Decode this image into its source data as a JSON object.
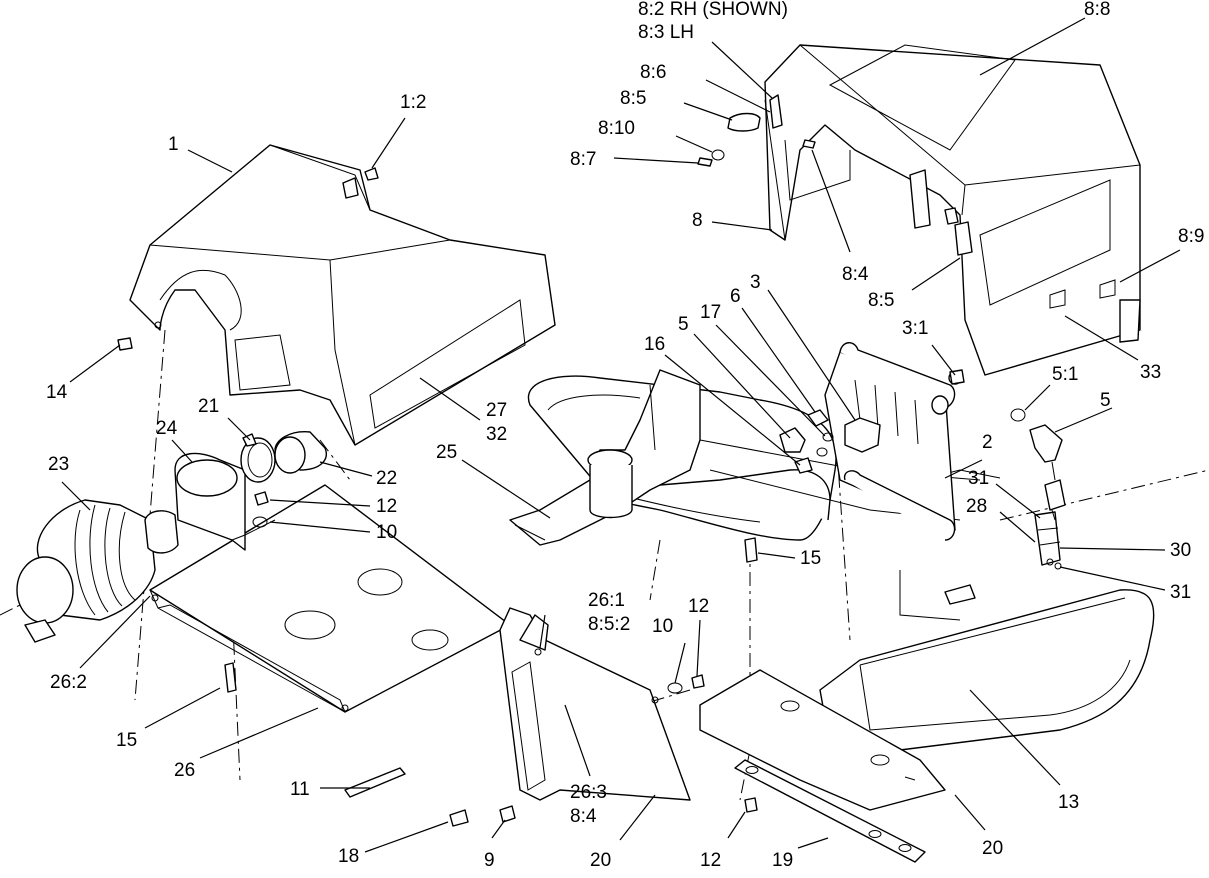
{
  "callouts": {
    "c1": "1",
    "c1_2": "1:2",
    "c14": "14",
    "c21": "21",
    "c24": "24",
    "c23": "23",
    "c12a": "12",
    "c10a": "10",
    "c22": "22",
    "c27": "27",
    "c32": "32",
    "c25": "25",
    "c16": "16",
    "c5a": "5",
    "c17": "17",
    "c6": "6",
    "c3": "3",
    "c3_1": "3:1",
    "c5_1": "5:1",
    "c5b": "5",
    "c2": "2",
    "c31a": "31",
    "c28": "28",
    "c30": "30",
    "c31b": "31",
    "c15a": "15",
    "c26_2": "26:2",
    "c26_1": "26:1",
    "c8_5_2": "8:5:2",
    "c10b": "10",
    "c12b": "12",
    "c15b": "15",
    "c26": "26",
    "c26_3": "26:3",
    "c8_4b": "8:4",
    "c11": "11",
    "c18": "18",
    "c9": "9",
    "c20a": "20",
    "c12c": "12",
    "c19": "19",
    "c20b": "20",
    "c13": "13",
    "c8_2": "8:2 RH (SHOWN)",
    "c8_3": "8:3 LH",
    "c8_8": "8:8",
    "c8_6": "8:6",
    "c8_5a": "8:5",
    "c8_10": "8:10",
    "c8_7": "8:7",
    "c8": "8",
    "c8_4a": "8:4",
    "c8_9": "8:9",
    "c8_5b": "8:5",
    "c33": "33"
  }
}
